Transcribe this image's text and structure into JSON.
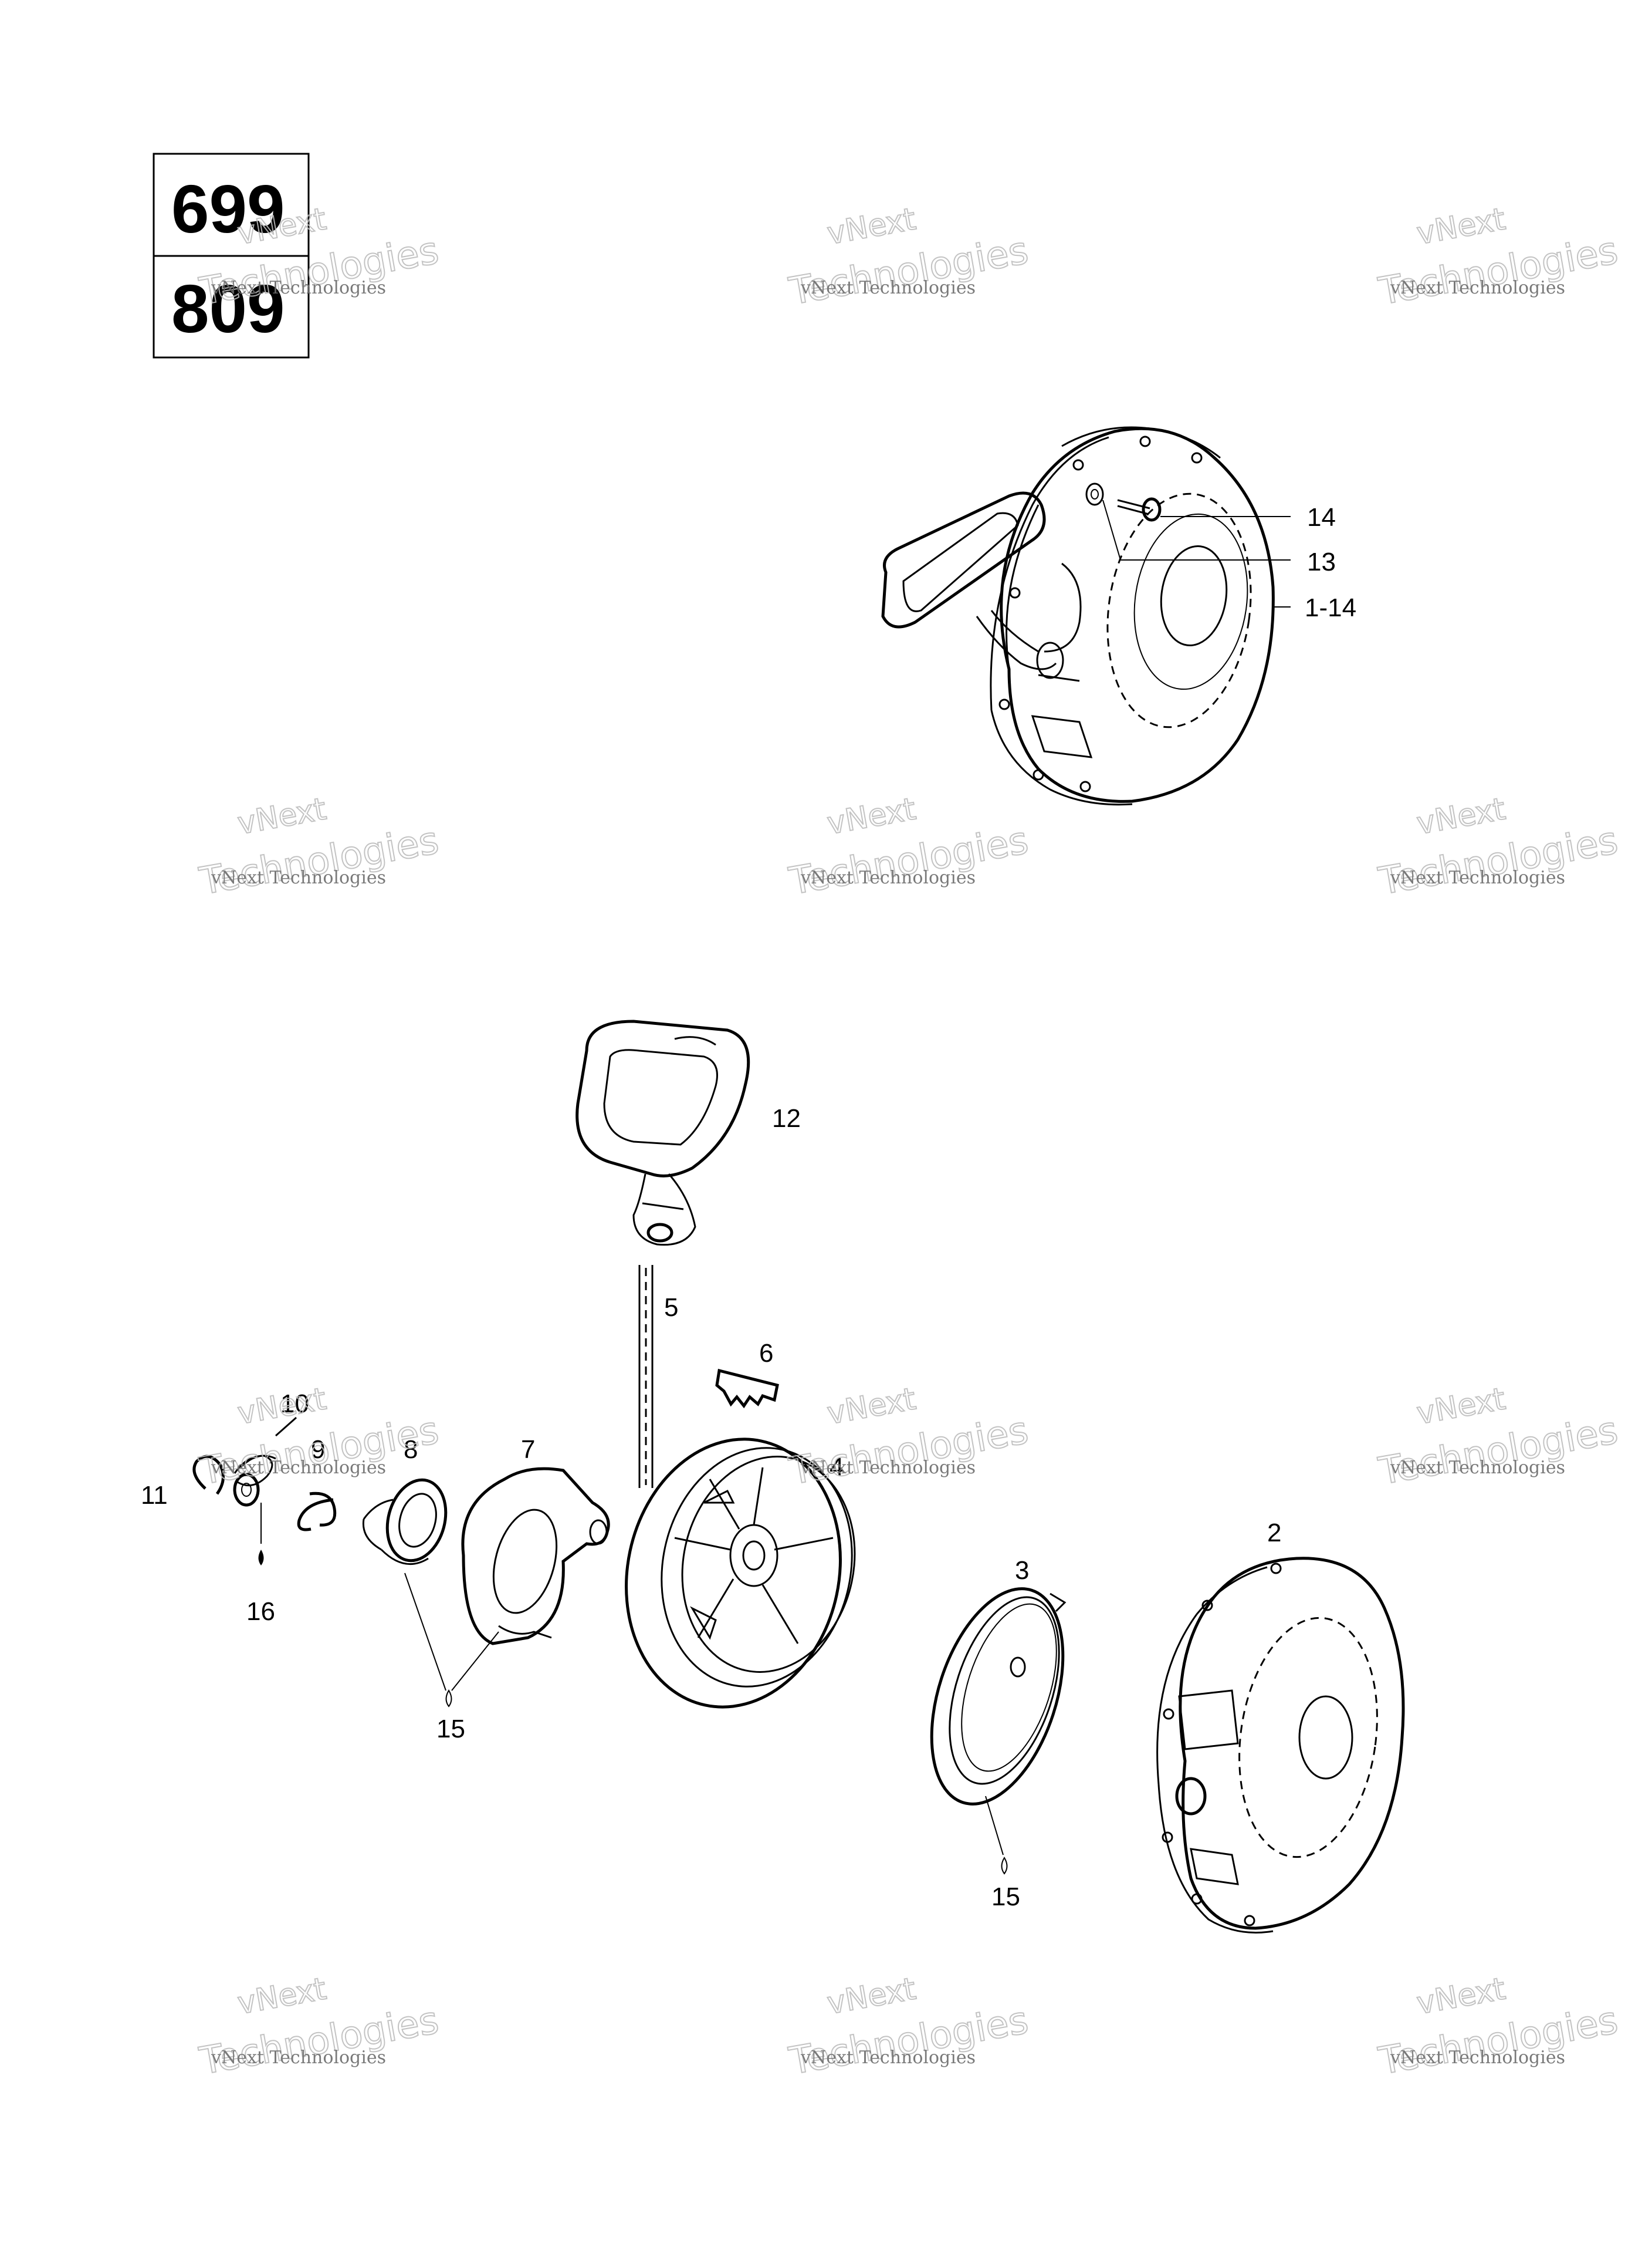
{
  "model_codes": [
    "699",
    "809"
  ],
  "callouts": {
    "c14_top": "14",
    "c13_top": "13",
    "c1_14": "1-14",
    "c12": "12",
    "c5": "5",
    "c6": "6",
    "c10": "10",
    "c9": "9",
    "c8": "8",
    "c7": "7",
    "c11": "11",
    "c4": "4",
    "c16": "16",
    "c15a": "15",
    "c3": "3",
    "c2": "2",
    "c15b": "15"
  },
  "watermark": {
    "brand": "vNext",
    "company": "vNext Technologies",
    "word": "Technologies"
  }
}
